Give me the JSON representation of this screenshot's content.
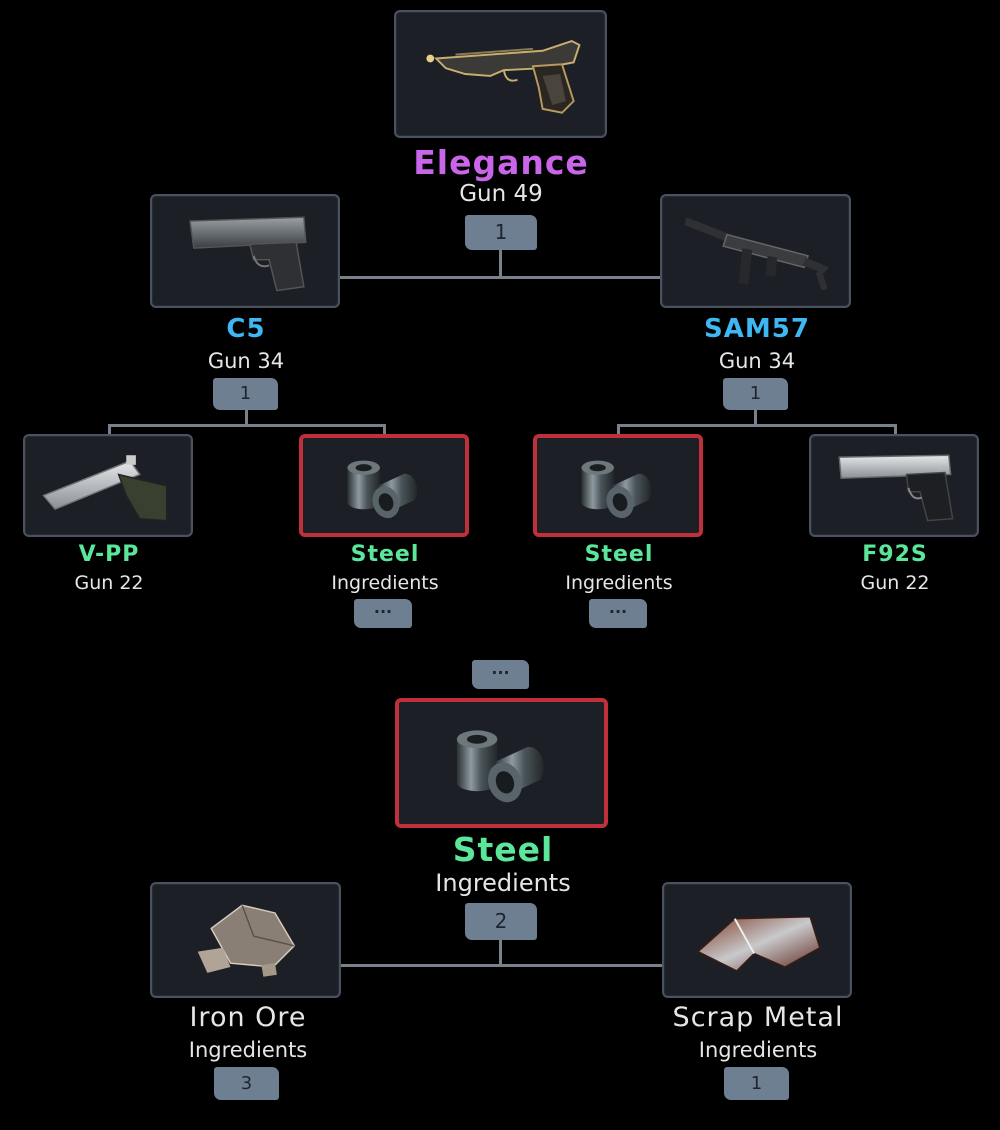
{
  "colors": {
    "legendary": "#c865e8",
    "rare": "#3fb7f2",
    "common": "#5be69a",
    "badge_bg": "#6f7f92",
    "highlight_border": "#c0303a",
    "card_bg": "#1c2026"
  },
  "top": {
    "name": "Elegance",
    "category": "Gun 49",
    "quantity": "1",
    "icon": "revolver-gold-icon"
  },
  "tier2": [
    {
      "name": "C5",
      "category": "Gun 34",
      "quantity": "1",
      "icon": "pistol-icon"
    },
    {
      "name": "SAM57",
      "category": "Gun 34",
      "quantity": "1",
      "icon": "smg-icon"
    }
  ],
  "tier3": [
    {
      "name": "V-PP",
      "category": "Gun 22",
      "icon": "silver-pistol-icon"
    },
    {
      "name": "Steel",
      "category": "Ingredients",
      "more": "···",
      "icon": "steel-icon"
    },
    {
      "name": "Steel",
      "category": "Ingredients",
      "more": "···",
      "icon": "steel-icon"
    },
    {
      "name": "F92S",
      "category": "Gun 22",
      "icon": "beretta-pistol-icon"
    }
  ],
  "ellipsis": "···",
  "focus": {
    "name": "Steel",
    "category": "Ingredients",
    "quantity": "2",
    "icon": "steel-icon"
  },
  "components": [
    {
      "name": "Iron Ore",
      "category": "Ingredients",
      "quantity": "3",
      "icon": "iron-ore-icon"
    },
    {
      "name": "Scrap Metal",
      "category": "Ingredients",
      "quantity": "1",
      "icon": "scrap-metal-icon"
    }
  ]
}
